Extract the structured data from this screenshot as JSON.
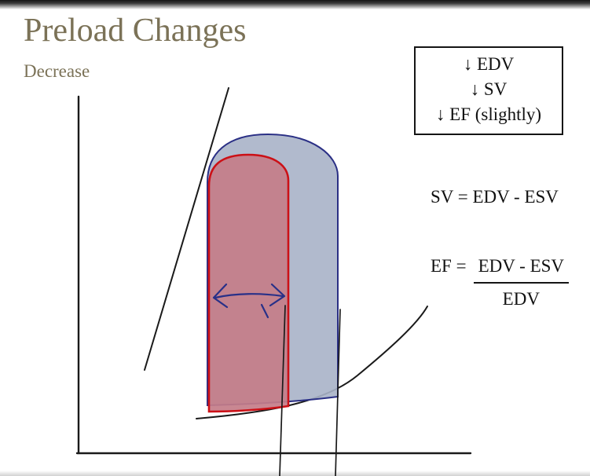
{
  "slide": {
    "title": "Preload Changes",
    "subtitle": "Decrease",
    "accent_color": "#7b7257"
  },
  "annotation_box": {
    "lines": [
      "↓ EDV",
      "↓ SV",
      "↓ EF (slightly)"
    ]
  },
  "formulas": {
    "sv": "SV = EDV - ESV",
    "ef_label": "EF =",
    "ef_numerator": "EDV - ESV",
    "ef_denominator": "EDV"
  },
  "diagram": {
    "description": "Pressure-volume loop sketch showing decreased preload: original loop (blue) and smaller decreased-preload loop (red) with a double-headed width arrow, ESPVR line, EDPVR curve and two volume marker lines dropped past the x-axis",
    "colors": {
      "line_black": "#1a1a1a",
      "ink_navy": "#283088",
      "original_loop_fill": "#a9b3c8",
      "original_loop_stroke": "#2a2f85",
      "decreased_loop_fill": "#c47d89",
      "decreased_loop_stroke": "#cc1016"
    }
  }
}
